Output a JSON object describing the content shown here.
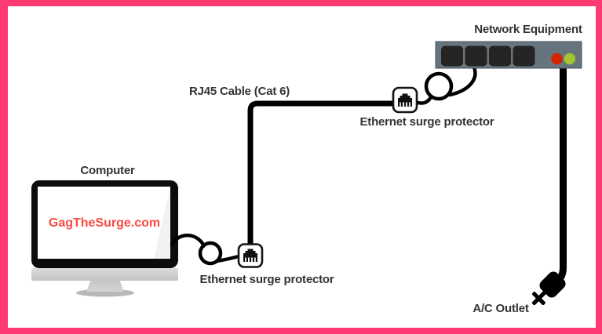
{
  "frame": {
    "border_color": "#fd3a72"
  },
  "labels": {
    "computer": "Computer",
    "screen_text": "GagTheSurge.com",
    "rj45_cable": "RJ45 Cable (Cat 6)",
    "ethernet_surge_protector_computer": "Ethernet surge protector",
    "ethernet_surge_protector_network": "Ethernet surge protector",
    "network_equipment": "Network Equipment",
    "ac_outlet": "A/C Outlet"
  },
  "colors": {
    "screen_text": "#f94b42",
    "label_text": "#333333",
    "network_device_body": "#66747e",
    "network_device_port": "#242424",
    "led_red": "#d42500",
    "led_green": "#a5c232",
    "cable": "#000000",
    "frame": "#fd3a72"
  },
  "icons": [
    {
      "name": "rj45-port-icon"
    },
    {
      "name": "power-plug-icon"
    }
  ],
  "diagram": {
    "type": "network-connection-diagram",
    "nodes": [
      "Computer",
      "Ethernet surge protector",
      "Ethernet surge protector",
      "Network Equipment",
      "A/C Outlet"
    ],
    "connections": [
      {
        "from": "Computer",
        "to": "Ethernet surge protector",
        "via": "patch cable loop"
      },
      {
        "from": "Ethernet surge protector",
        "to": "Ethernet surge protector",
        "via": "RJ45 Cable (Cat 6)"
      },
      {
        "from": "Ethernet surge protector",
        "to": "Network Equipment",
        "via": "patch cable loop"
      },
      {
        "from": "Network Equipment",
        "to": "A/C Outlet",
        "via": "power cord"
      }
    ]
  }
}
